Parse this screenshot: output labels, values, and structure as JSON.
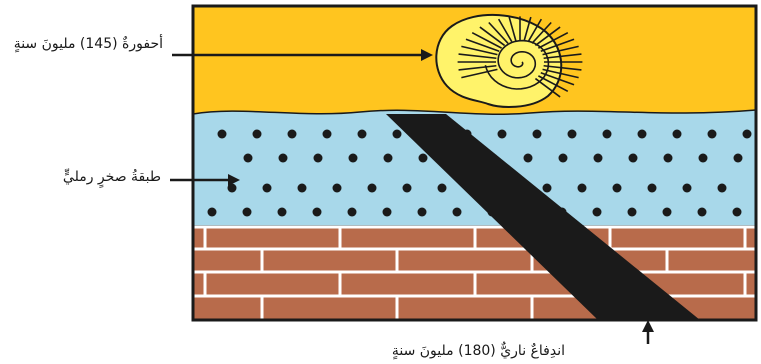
{
  "labels": {
    "fossil": "أحفورةٌ (145) مليونَ سنةٍ",
    "sandstone": "طبقةُ صخرٍ رمليٍّ",
    "intrusion": "اندِفاعٌ ناريٌّ (180) مليونَ سنةٍ"
  },
  "colors": {
    "top_layer": "#FFC51F",
    "sandstone_layer": "#A8D8EA",
    "brick_layer": "#B86B4B",
    "mortar": "#FFFFFF",
    "intrusion": "#1A1A1A",
    "fossil_fill": "#FFF36A",
    "outline": "#1A1A1A"
  },
  "icons": {
    "fossil": "ammonite-icon"
  }
}
